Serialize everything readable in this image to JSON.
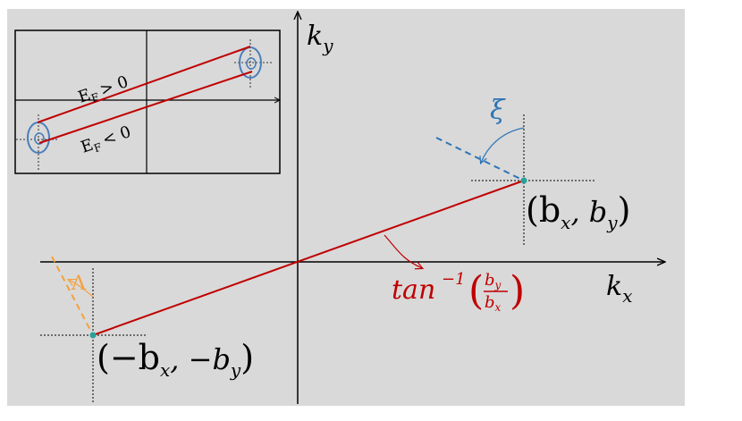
{
  "axes": {
    "x_label_main": "k",
    "x_label_sub": "x",
    "y_label_main": "k",
    "y_label_sub": "y"
  },
  "points": {
    "positive": {
      "label_main": "(b",
      "label_sub1": "x",
      "label_mid": ", b",
      "label_sub2": "y",
      "label_close": ")"
    },
    "negative": {
      "label_main": "(−b",
      "label_sub1": "x",
      "label_mid": ", −b",
      "label_sub2": "y",
      "label_close": ")"
    }
  },
  "angles": {
    "xi": "ξ",
    "lambda": "Λ",
    "tan_label": "tan",
    "tan_exp": "−1",
    "frac_num_main": "b",
    "frac_num_sub": "y",
    "frac_den_main": "b",
    "frac_den_sub": "x"
  },
  "inset": {
    "label_upper_main": "E",
    "label_upper_sub": "F",
    "label_upper_rel": "> 0",
    "label_lower_main": "E",
    "label_lower_sub": "F",
    "label_lower_rel": "< 0"
  },
  "colors": {
    "background": "#d9d9d9",
    "axis": "#000000",
    "line": "#c00000",
    "xi": "#2e75b6",
    "lambda": "#f4a13c",
    "dot": "#2aa198",
    "ellipse": "#4a7ebb"
  }
}
